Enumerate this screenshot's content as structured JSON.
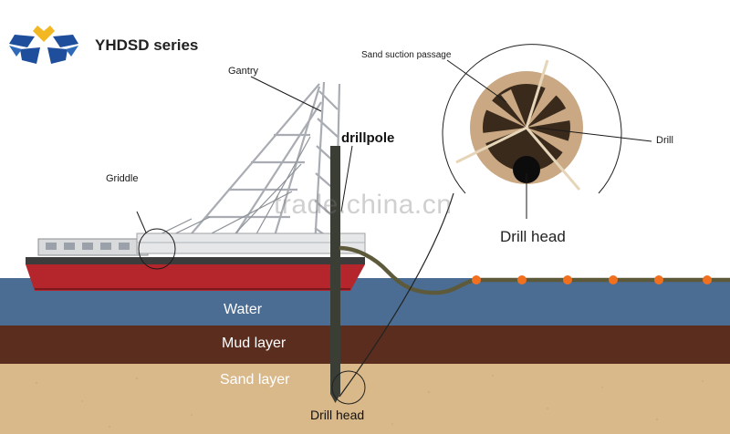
{
  "brand": {
    "series_title": "YHDSD series",
    "colors": {
      "logo_blue": "#1f4e9c",
      "logo_gold": "#f2b824"
    }
  },
  "labels": {
    "gantry": "Gantry",
    "griddle": "Griddle",
    "drill_pole_bold": "drill",
    "drill_pole_rest": "pole",
    "sand_suction_passage": "Sand suction passage",
    "drill": "Drill",
    "drill_head_detail": "Drill head",
    "drill_head_bottom": "Drill head"
  },
  "layers": {
    "water": "Water",
    "mud": "Mud layer",
    "sand": "Sand layer"
  },
  "colors": {
    "sky": "#ffffff",
    "water": "#4b6c93",
    "mud": "#5a2d1e",
    "sand": "#d9b98a",
    "hull_red": "#b5262c",
    "pipe": "#5c5a3a",
    "float": "#f07020",
    "drill_head_disc": "#c9a883"
  },
  "watermark": "trade.china.cn"
}
